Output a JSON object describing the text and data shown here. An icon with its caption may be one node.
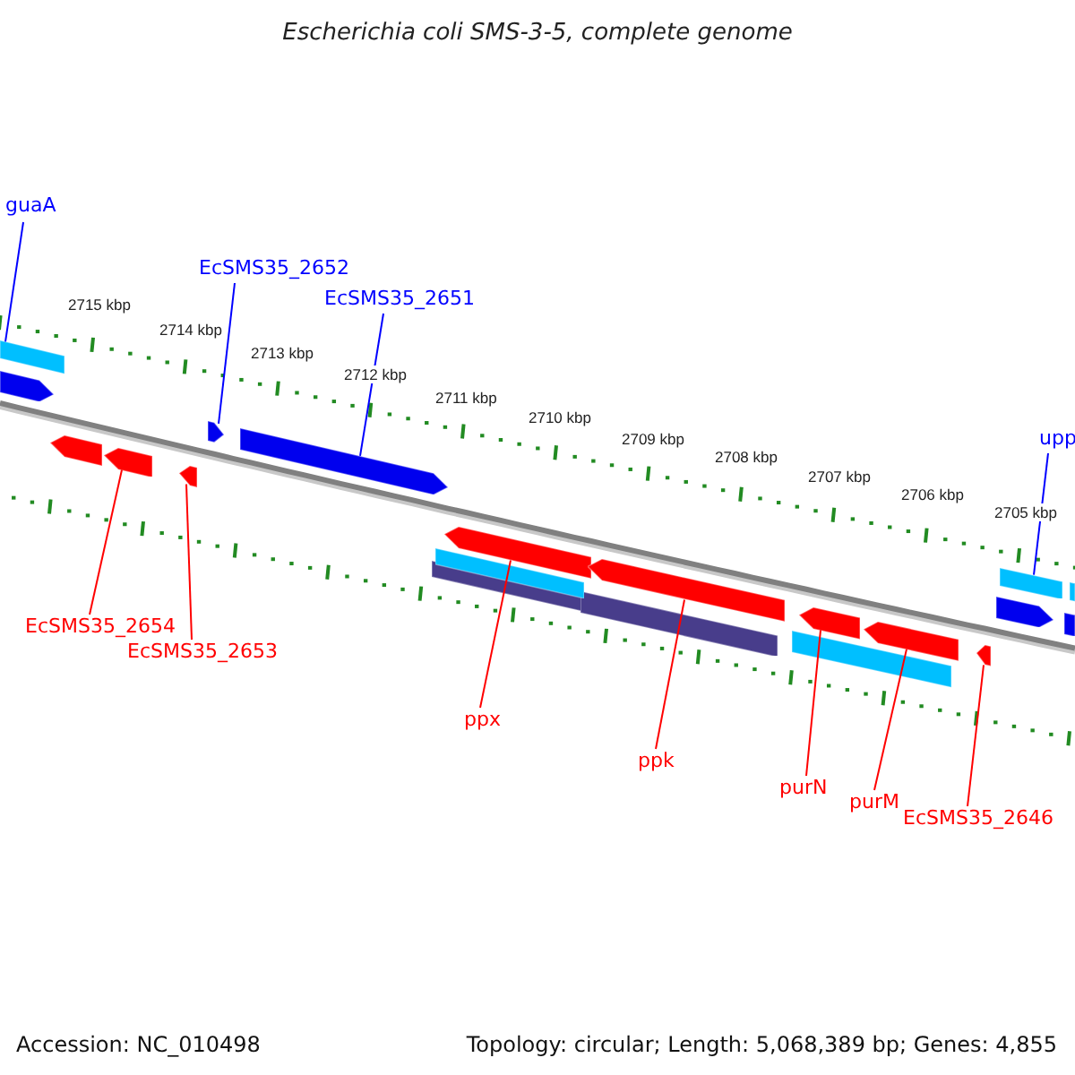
{
  "diagram": {
    "title": "Escherichia coli SMS-3-5, complete genome",
    "nodes": [
      {
        "text": [
          "guaA"
        ]
      },
      {
        "text": [
          "EcSMS35_2652"
        ]
      },
      {
        "text": [
          "EcSMS35_2651"
        ]
      },
      {
        "text": [
          "upp"
        ]
      },
      {
        "text": [
          "EcSMS35_2654"
        ]
      },
      {
        "text": [
          "EcSMS35_2653"
        ]
      },
      {
        "text": [
          "ppx"
        ]
      },
      {
        "text": [
          "ppk"
        ]
      },
      {
        "text": [
          "purN"
        ]
      },
      {
        "text": [
          "purM"
        ]
      },
      {
        "text": [
          "EcSMS35_2646"
        ]
      },
      {
        "text": [],
        "shape": "bar"
      },
      {
        "text": [],
        "shape": "arrow"
      },
      {
        "text": [],
        "shape": "arrow"
      },
      {
        "text": [],
        "shape": "arrow"
      },
      {
        "text": [],
        "shape": "arrow"
      },
      {
        "text": [],
        "shape": "arrow"
      },
      {
        "text": [],
        "shape": "arrow"
      },
      {
        "text": [],
        "shape": "bar"
      },
      {
        "text": [],
        "shape": "bar"
      },
      {
        "text": [],
        "shape": "arrow"
      },
      {
        "text": [],
        "shape": "bar"
      },
      {
        "text": [],
        "shape": "arrow"
      },
      {
        "text": [],
        "shape": "bar"
      },
      {
        "text": [],
        "shape": "arrow"
      },
      {
        "text": [],
        "shape": "arrow"
      },
      {
        "text": [],
        "shape": "arrow"
      },
      {
        "text": [],
        "shape": "arrow"
      },
      {
        "text": [],
        "shape": "bar"
      },
      {
        "text": [],
        "shape": "arrow"
      },
      {
        "text": [],
        "shape": "bar"
      }
    ],
    "edges": [
      {
        "from": 0,
        "to": 11,
        "arrow": "none",
        "color": "#0000ff"
      },
      {
        "from": 1,
        "to": 16,
        "arrow": "none",
        "color": "#0000ff"
      },
      {
        "from": 2,
        "to": 17,
        "arrow": "none",
        "color": "#0000ff"
      },
      {
        "from": 3,
        "to": 28,
        "arrow": "none",
        "color": "#0000ff"
      },
      {
        "from": 4,
        "to": 14,
        "arrow": "none"
      },
      {
        "from": 5,
        "to": 15,
        "arrow": "none"
      },
      {
        "from": 6,
        "to": 20,
        "arrow": "none"
      },
      {
        "from": 7,
        "to": 22,
        "arrow": "none"
      },
      {
        "from": 8,
        "to": 24,
        "arrow": "none"
      },
      {
        "from": 9,
        "to": 25,
        "arrow": "none"
      },
      {
        "from": 10,
        "to": 26,
        "arrow": "none"
      }
    ],
    "labels": [
      "2715 kbp",
      "2714 kbp",
      "2713 kbp",
      "2712 kbp",
      "2711 kbp",
      "2710 kbp",
      "2709 kbp",
      "2708 kbp",
      "2707 kbp",
      "2706 kbp",
      "2705 kbp",
      "Accession: NC_010498",
      "Topology: circular; Length: 5,068,389 bp; Genes: 4,855"
    ]
  }
}
